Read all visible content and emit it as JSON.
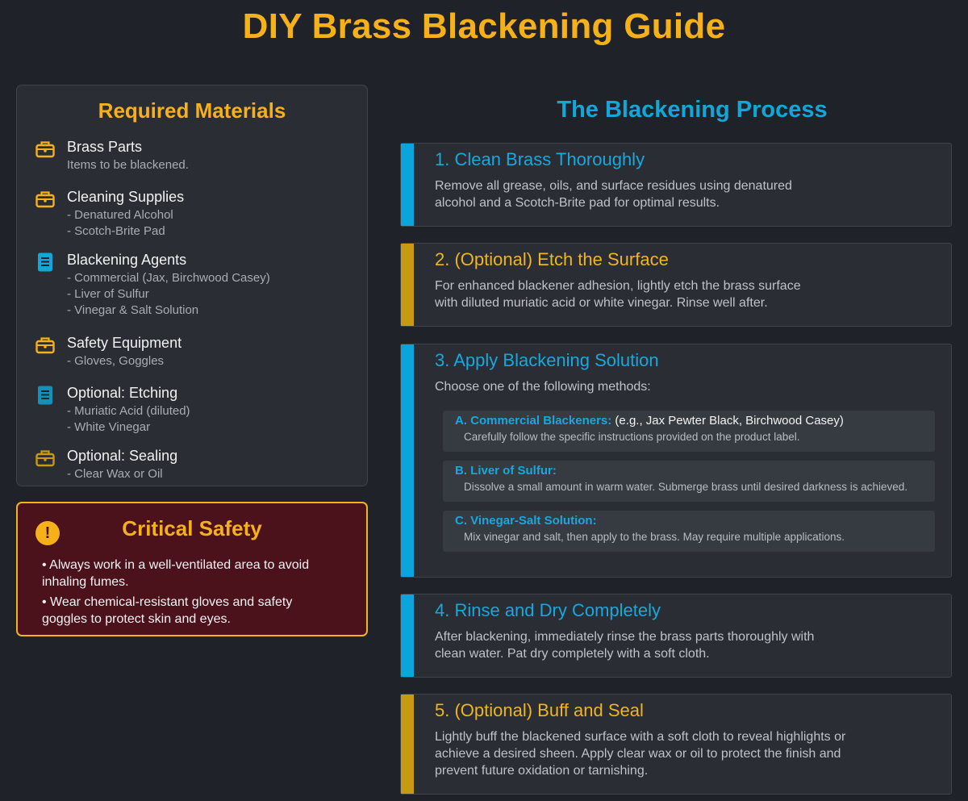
{
  "title": "DIY Brass Blackening Guide",
  "materials": {
    "heading": "Required Materials",
    "items": [
      {
        "icon": "toolbox-icon",
        "name": "Brass Parts",
        "lines": [
          "Items to be blackened."
        ]
      },
      {
        "icon": "toolbox-icon",
        "name": "Cleaning Supplies",
        "lines": [
          "- Denatured Alcohol",
          "- Scotch-Brite Pad"
        ]
      },
      {
        "icon": "document-icon",
        "name": "Blackening Agents",
        "lines": [
          "- Commercial (Jax, Birchwood Casey)",
          "- Liver of Sulfur",
          "- Vinegar & Salt Solution"
        ]
      },
      {
        "icon": "toolbox-icon",
        "name": "Safety Equipment",
        "lines": [
          "- Gloves, Goggles"
        ]
      },
      {
        "icon": "document-icon",
        "name": "Optional: Etching",
        "lines": [
          "- Muriatic Acid (diluted)",
          "- White Vinegar"
        ]
      },
      {
        "icon": "toolbox-icon",
        "name": "Optional: Sealing",
        "lines": [
          "- Clear Wax or Oil"
        ]
      }
    ]
  },
  "safety": {
    "heading": "Critical Safety",
    "icon": "exclamation-icon",
    "items": [
      "• Always work in a well-ventilated area to avoid inhaling fumes.",
      "• Wear chemical-resistant gloves and safety goggles to protect skin and eyes."
    ]
  },
  "process": {
    "heading": "The Blackening Process",
    "steps": [
      {
        "title": "1. Clean Brass Thoroughly",
        "desc": "Remove all grease, oils, and surface residues using denatured alcohol and a Scotch-Brite pad for optimal results."
      },
      {
        "title": "2. (Optional) Etch the Surface",
        "desc": "For enhanced blackener adhesion, lightly etch the brass surface with diluted muriatic acid or white vinegar. Rinse well after."
      },
      {
        "title": "3. Apply Blackening Solution",
        "desc": "Choose one of the following methods:",
        "methods": [
          {
            "label": "A. Commercial Blackeners:",
            "extra": " (e.g., Jax Pewter Black, Birchwood Casey)",
            "desc": "Carefully follow the specific instructions provided on the product label."
          },
          {
            "label": "B. Liver of Sulfur:",
            "extra": "",
            "desc": "Dissolve a small amount in warm water. Submerge brass until desired darkness is achieved."
          },
          {
            "label": "C. Vinegar-Salt Solution:",
            "extra": "",
            "desc": "Mix vinegar and salt, then apply to the brass. May require multiple applications."
          }
        ]
      },
      {
        "title": "4. Rinse and Dry Completely",
        "desc": "After blackening, immediately rinse the brass parts thoroughly with clean water. Pat dry completely with a soft cloth."
      },
      {
        "title": "5. (Optional) Buff and Seal",
        "desc": "Lightly buff the blackened surface with a soft cloth to reveal highlights or achieve a desired sheen. Apply clear wax or oil to protect the finish and prevent future oxidation or tarnishing."
      }
    ]
  },
  "colors": {
    "background": "#1f2329",
    "accent_gold": "#f5b01a",
    "accent_blue": "#14a6d8",
    "safety_bg": "#4b121c"
  }
}
